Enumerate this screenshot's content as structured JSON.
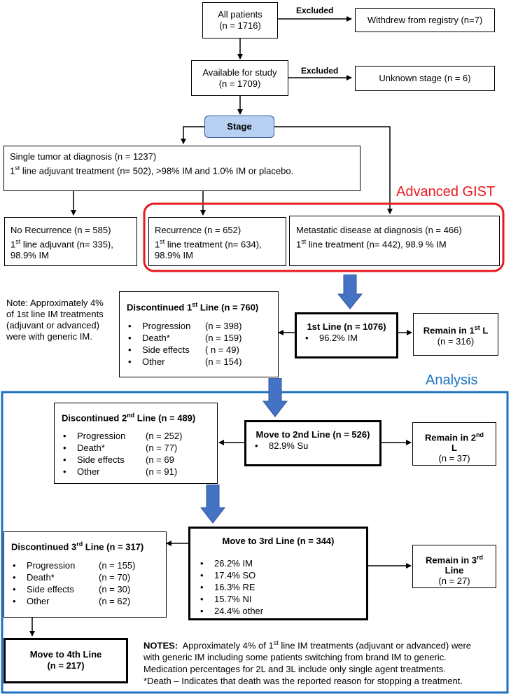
{
  "flow": {
    "all_patients": {
      "line1": "All patients",
      "line2": "(n = 1716)"
    },
    "excluded_label_1": "Excluded",
    "withdrew": "Withdrew from registry (n=7)",
    "available": {
      "line1": "Available for study",
      "line2": "(n = 1709)"
    },
    "excluded_label_2": "Excluded",
    "unknown_stage": "Unknown stage (n = 6)",
    "stage": "Stage",
    "single_tumor": {
      "line1": "Single tumor at diagnosis (n = 1237)",
      "line2_pre": "1",
      "line2_sup": "st",
      "line2_post": " line adjuvant treatment (n= 502), >98% IM and 1.0% IM or placebo."
    },
    "advanced_gist_label": "Advanced GIST",
    "no_recurrence": {
      "line1": "No Recurrence (n = 585)",
      "line2_pre": "1",
      "line2_sup": "st",
      "line2_post": " line adjuvant (n= 335),",
      "line3": "98.9% IM"
    },
    "recurrence": {
      "line1": "Recurrence (n = 652)",
      "line2_pre": "1",
      "line2_sup": "st",
      "line2_post": " line treatment (n= 634),",
      "line3": "98.9% IM"
    },
    "metastatic": {
      "line1": "Metastatic disease at diagnosis (n = 466)",
      "line2_pre": "1",
      "line2_sup": "st",
      "line2_post": " line treatment (n= 442), 98.9 % IM"
    },
    "note": "Note: Approximately 4% of 1st line IM treatments (adjuvant or advanced) were with generic IM.",
    "disc1": {
      "title_pre": "Discontinued 1",
      "title_sup": "st",
      "title_post": " Line (n = 760)",
      "items": [
        {
          "label": "Progression",
          "n": "(n = 398)"
        },
        {
          "label": "Death*",
          "n": "(n = 159)"
        },
        {
          "label": "Side effects",
          "n": "( n = 49)"
        },
        {
          "label": "Other",
          "n": "(n = 154)"
        }
      ]
    },
    "line1": {
      "title": "1st Line (n = 1076)",
      "item": "96.2% IM"
    },
    "remain1": {
      "title_pre": "Remain in 1",
      "title_sup": "st",
      "title_post": " L",
      "n": "(n = 316)"
    },
    "analysis_label": "Analysis",
    "disc2": {
      "title_pre": "Discontinued 2",
      "title_sup": "nd",
      "title_post": " Line (n = 489)",
      "items": [
        {
          "label": "Progression",
          "n": "(n = 252)"
        },
        {
          "label": "Death*",
          "n": "(n = 77)"
        },
        {
          "label": "Side effects",
          "n": "(n = 69"
        },
        {
          "label": "Other",
          "n": "(n = 91)"
        }
      ]
    },
    "line2": {
      "title": "Move to 2nd Line (n = 526)",
      "item": "82.9% Su"
    },
    "remain2": {
      "title_pre": "Remain in 2",
      "title_sup": "nd",
      "title_post": "L",
      "n": "(n = 37)"
    },
    "disc3": {
      "title_pre": "Discontinued 3",
      "title_sup": "rd",
      "title_post": "  Line (n = 317)",
      "items": [
        {
          "label": "Progression",
          "n": "(n = 155)"
        },
        {
          "label": "Death*",
          "n": "(n = 70)"
        },
        {
          "label": "Side effects",
          "n": "(n = 30)"
        },
        {
          "label": "Other",
          "n": "(n = 62)"
        }
      ]
    },
    "line3": {
      "title": "Move to 3rd Line (n = 344)",
      "items": [
        "26.2% IM",
        "17.4% SO",
        "16.3% RE",
        "15.7% NI",
        "24.4% other"
      ]
    },
    "remain3": {
      "title_pre": "Remain in 3",
      "title_sup": "rd",
      "title_post": "Line",
      "n": "(n = 27)"
    },
    "line4": {
      "line1": "Move to 4th Line",
      "line2": "(n = 217)"
    },
    "notes": {
      "label": "NOTES:",
      "text1_pre": "  Approximately 4% of 1",
      "text1_sup": "st",
      "text1_post": " line IM treatments (adjuvant or advanced) were",
      "text2": "with generic IM including some patients switching from brand IM to generic.",
      "text3": "Medication percentages for 2L and 3L include only single agent treatments.",
      "text4": "*Death – Indicates that death was the reported reason for stopping a treatment."
    }
  },
  "colors": {
    "advanced_gist": "#e8191f",
    "analysis": "#1b72c0",
    "stage_fill": "#b8d1f3",
    "fat_arrow": "#4472c4"
  }
}
